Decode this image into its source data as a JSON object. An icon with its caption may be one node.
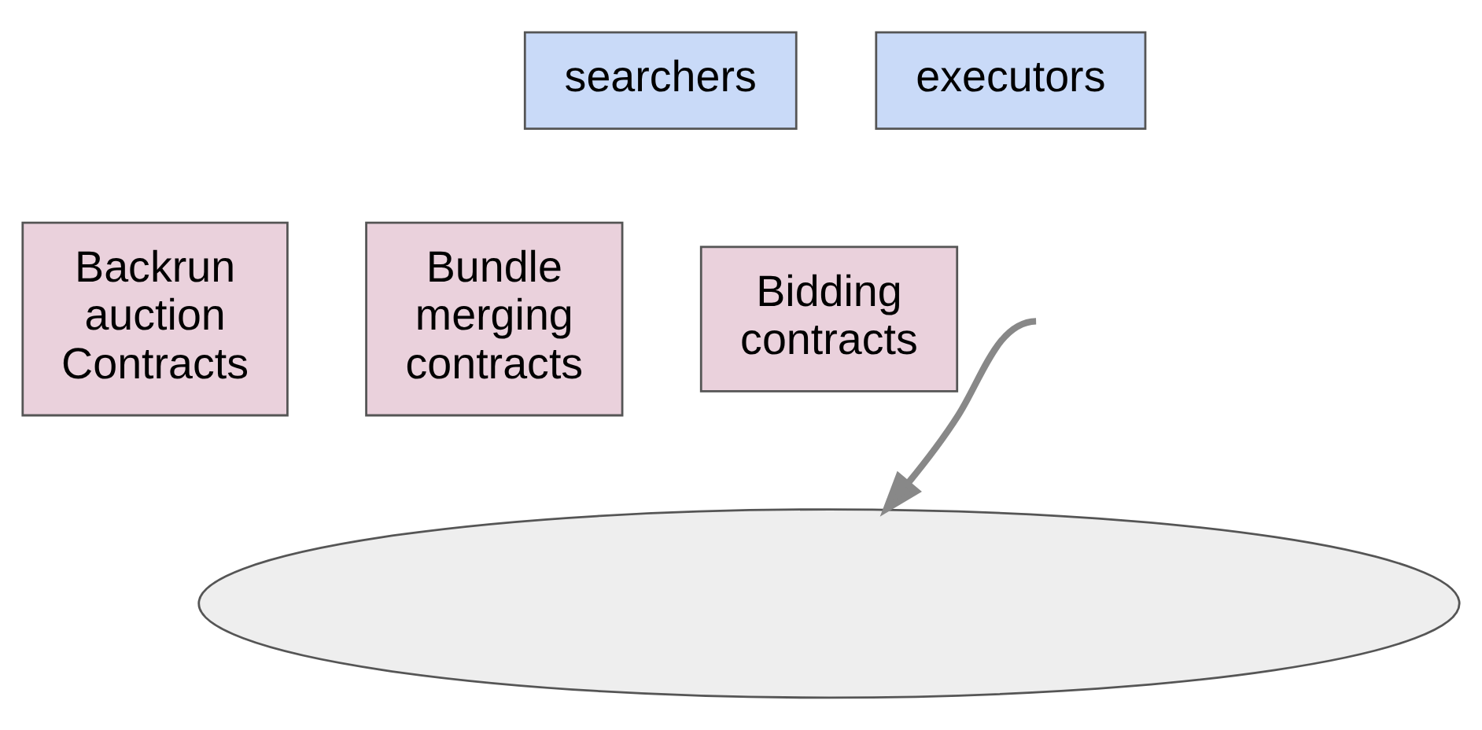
{
  "diagram": {
    "nodes": [
      {
        "text": [
          "searchers"
        ]
      },
      {
        "text": [
          "executors"
        ]
      },
      {
        "text": [
          "Backrun auction Contracts"
        ]
      },
      {
        "text": [
          "Bundle merging contracts"
        ]
      },
      {
        "text": [
          "Bidding contracts"
        ]
      },
      {
        "text": [],
        "shape": "cloud"
      }
    ],
    "edges": [
      {
        "from": null,
        "to": 5,
        "arrow": "to"
      }
    ]
  }
}
